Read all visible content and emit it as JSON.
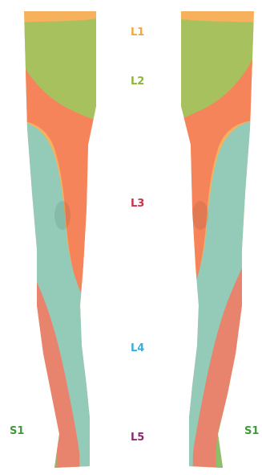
{
  "labels": {
    "l1": "L1",
    "l2": "L2",
    "l3": "L3",
    "l4": "L4",
    "l5": "L5",
    "s1_left": "S1",
    "s1_right": "S1"
  },
  "colors": {
    "l1": "#f7b05c",
    "l2": "#a8c15f",
    "l3": "#f5845a",
    "l4": "#93cbb8",
    "l5": "#e8836e",
    "s1": "#8cbf6a",
    "l1_text": "#f0a83c",
    "l2_text": "#8fb43a",
    "l3_text": "#c9314a",
    "l4_text": "#3aaed8",
    "l5_text": "#8a2c6a",
    "s1_text": "#3f9a3a"
  }
}
